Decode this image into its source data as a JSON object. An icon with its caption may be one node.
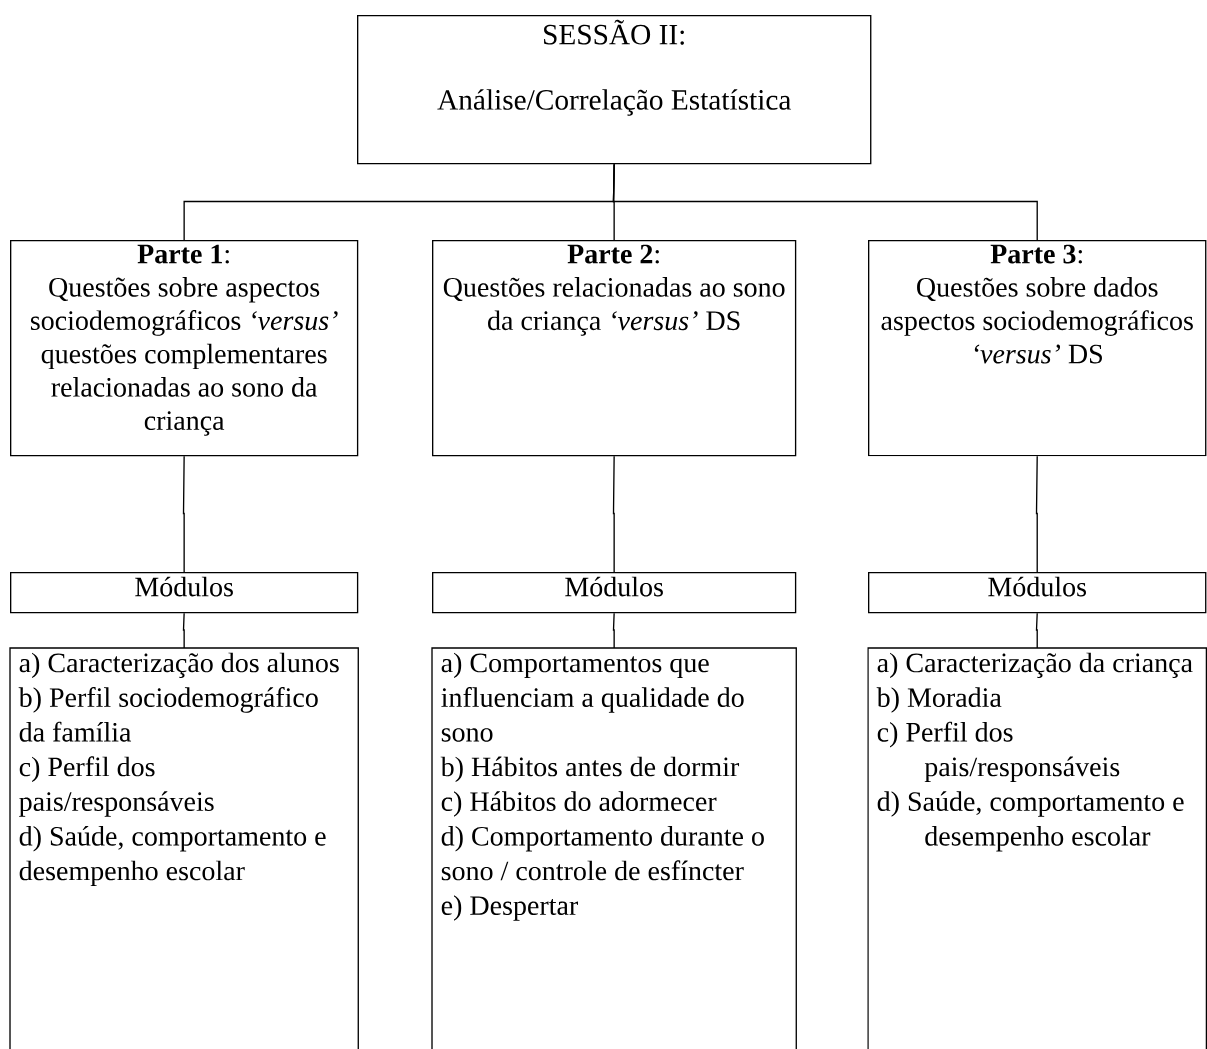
{
  "diagram": {
    "nodes": [
      {
        "text": [
          "SESSÃO II:",
          "Análise/Correlação Estatística"
        ]
      },
      {
        "text": [
          "**Parte 1**:",
          "Questões sobre aspectos sociodemográficos *‘versus’* questões complementares relacionadas ao sono da criança"
        ]
      },
      {
        "text": [
          "**Parte 2**:",
          "Questões relacionadas ao sono da criança *‘versus’* DS"
        ]
      },
      {
        "text": [
          "**Parte 3**:",
          "Questões sobre dados aspectos sociodemográficos *‘versus’* DS"
        ]
      },
      {
        "text": [
          "Módulos"
        ]
      },
      {
        "text": [
          "Módulos"
        ]
      },
      {
        "text": [
          "Módulos"
        ]
      },
      {
        "text": [
          "a) Caracterização dos alunos",
          "b) Perfil sociodemográfico da família",
          "c) Perfil dos pais/responsáveis",
          "d) Saúde, comportamento e desempenho escolar"
        ]
      },
      {
        "text": [
          "a) Comportamentos que influenciam a qualidade do sono",
          "b) Hábitos antes de dormir",
          "c) Hábitos do adormecer",
          "d) Comportamento durante o sono / controle de esfíncter",
          "e) Despertar"
        ]
      },
      {
        "text": [
          "a) Caracterização da criança",
          "b) Moradia",
          "c) Perfil dos pais/responsáveis",
          "d) Saúde, comportamento e desempenho escolar"
        ]
      }
    ],
    "edges": [
      {
        "from": 0,
        "to": 1,
        "arrow": "none"
      },
      {
        "from": 0,
        "to": 2,
        "arrow": "none"
      },
      {
        "from": 0,
        "to": 3,
        "arrow": "none"
      },
      {
        "from": 1,
        "to": 4,
        "arrow": "none"
      },
      {
        "from": 2,
        "to": 5,
        "arrow": "none"
      },
      {
        "from": 3,
        "to": 6,
        "arrow": "none"
      },
      {
        "from": 4,
        "to": 7,
        "arrow": "none"
      },
      {
        "from": 5,
        "to": 8,
        "arrow": "none"
      },
      {
        "from": 6,
        "to": 9,
        "arrow": "none"
      }
    ]
  }
}
